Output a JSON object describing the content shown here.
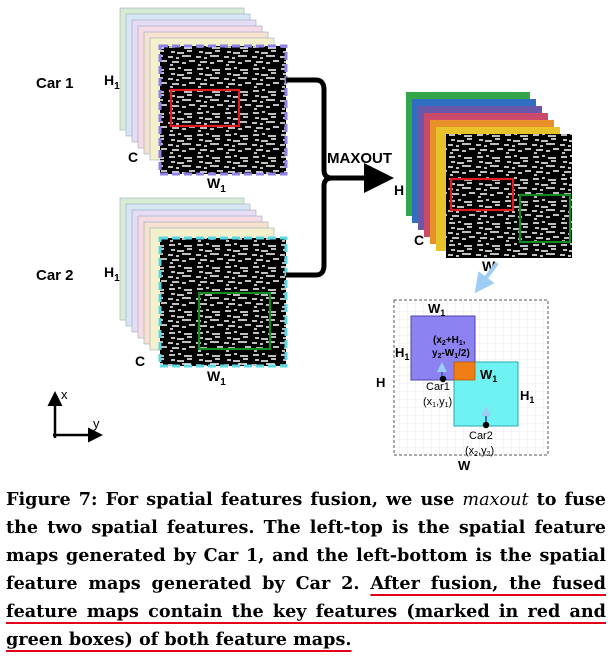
{
  "figure": {
    "car1_label": "Car 1",
    "car2_label": "Car 2",
    "h1": "H",
    "h1_sub": "1",
    "w1": "W",
    "w1_sub": "1",
    "c": "C",
    "maxout": "MAXOUT",
    "h": "H",
    "w": "W",
    "axis_x": "x",
    "axis_y": "y",
    "inset": {
      "w1_top": "W",
      "h1_left": "H",
      "h_left": "H",
      "box_label_line1": "(x",
      "box_label_line2": "y",
      "w1_right": "W",
      "h1_right": "H",
      "car1": "Car1",
      "car1_coord": "(x",
      "car2": "Car2",
      "car2_coord": "(x",
      "w_bottom": "W"
    },
    "colors": {
      "red_box": "#e11b22",
      "green_box": "#138a1f",
      "arrow_blue": "#9ccdf4",
      "purple_box": "#8c82f2",
      "cyan_box": "#6ff2f2",
      "orange_box": "#f07d16"
    }
  },
  "caption": {
    "part1": "Figure 7: For spatial features fusion, we use ",
    "maxout_italic": "maxout",
    "part2": " to fuse the two spatial features. The left-top is the spatial feature maps generated by Car 1, and the left-bottom is the spatial feature maps generated by Car 2. ",
    "highlight": "After fusion, the fused feature maps contain the key features (marked in red and green boxes) of both feature maps."
  }
}
